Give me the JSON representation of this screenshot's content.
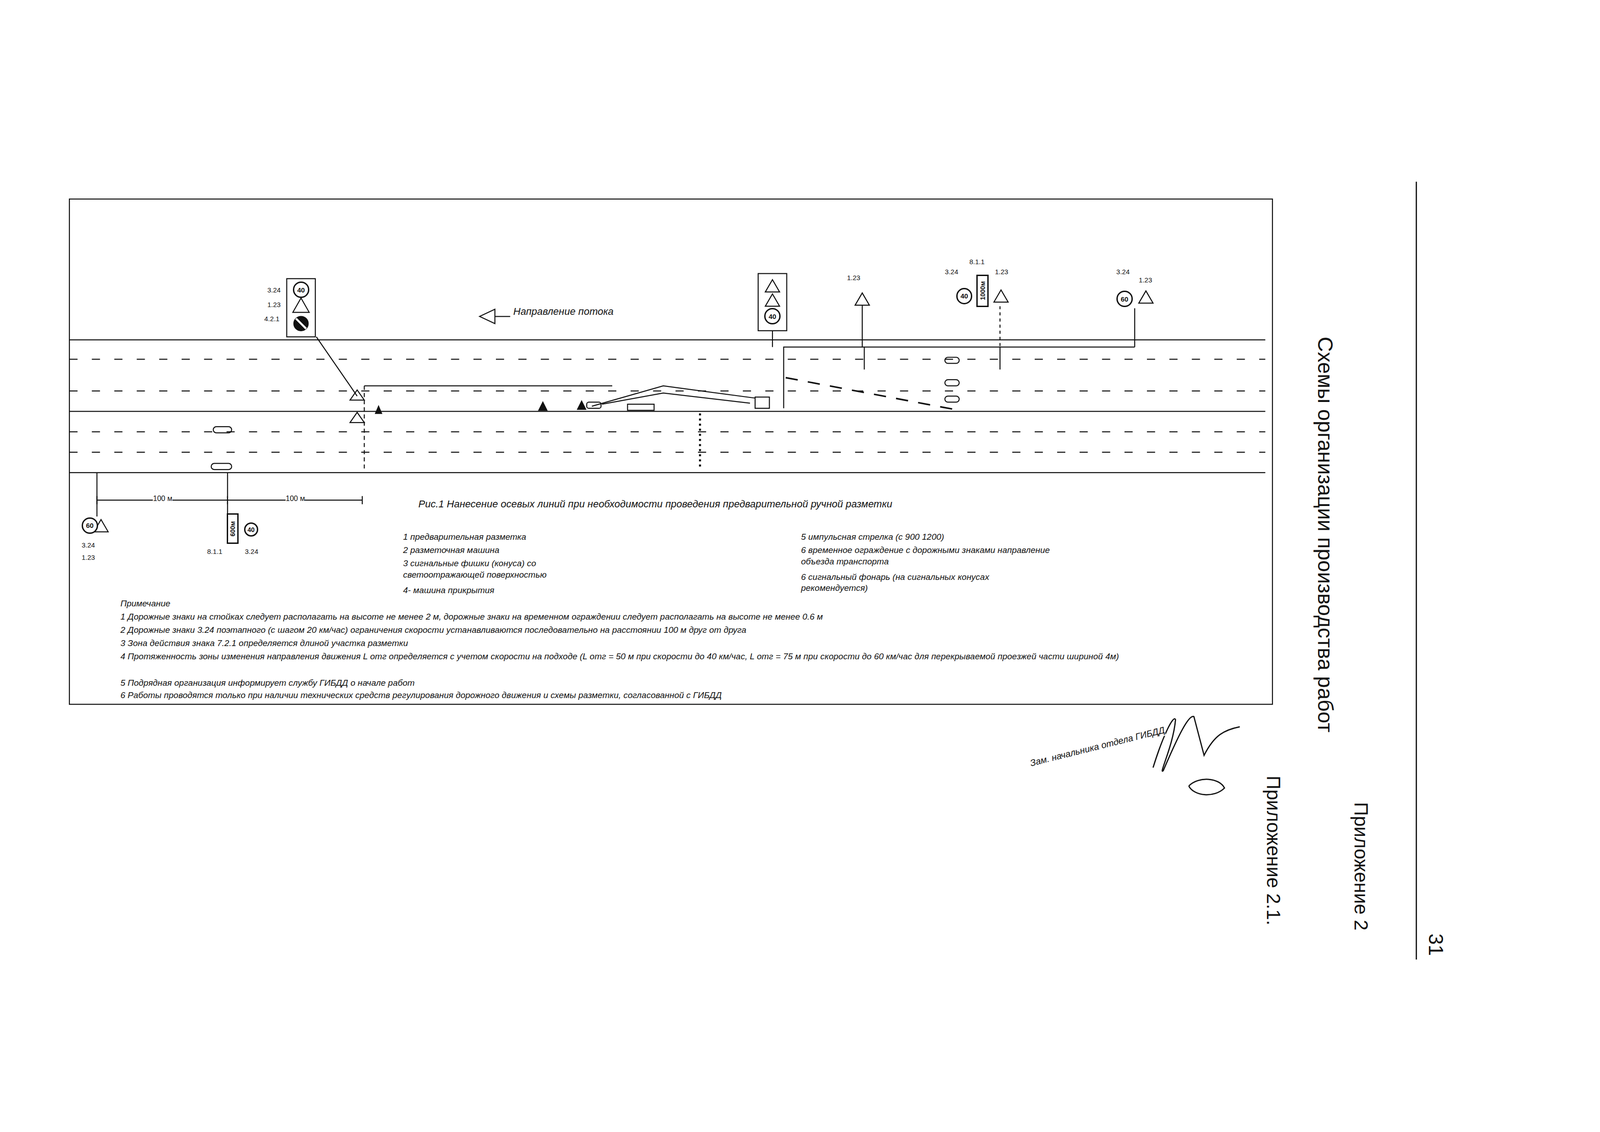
{
  "diagram": {
    "title": "Схемы организации производства работ",
    "caption": "Рис.1 Нанесение осевых линий при необходимости проведения предварительной ручной разметки",
    "nodes": [
      {
        "text": [
          "40"
        ]
      },
      {
        "text": [
          "40"
        ]
      },
      {
        "text": [
          "40"
        ]
      },
      {
        "text": [
          "1000м"
        ]
      },
      {
        "text": [
          "60"
        ]
      },
      {
        "text": [
          "60"
        ]
      },
      {
        "text": [
          "600м"
        ]
      },
      {
        "text": [
          "40"
        ]
      }
    ],
    "labels": [
      "31",
      "Приложение 2",
      "Приложение 2.1.",
      "Направление потока",
      "3.24",
      "1.23",
      "4.2.1",
      "3.24",
      "1.23",
      "8.1.1",
      "3.24",
      "1.23",
      "3.24",
      "8.1.1",
      "1.23",
      "3.24",
      "1.23",
      "100 м",
      "100 м",
      "1 предварительная разметка",
      "2 разметочная машина",
      "3 сигнальные фишки (конуса) со светоотражающей поверхностью",
      "4- машина прикрытия",
      "5 импульсная стрелка (с 900 1200)",
      "6 временное ограждение с дорожными знаками направление объезда транспорта",
      "6 сигнальный фонарь (на сигнальных конусах рекомендуется)",
      "Примечание",
      "1 Дорожные знаки на стойках следует располагать на высоте не менее 2 м, дорожные знаки на временном ограждении следует располагать на высоте не менее 0.6 м",
      "2 Дорожные знаки 3.24 поэтапного (с шагом 20 км/час) ограничения скорости устанавливаются последовательно на расстоянии 100 м друг от друга",
      "3 Зона действия знака 7.2.1 определяется длиной участка разметки",
      "4 Протяженность зоны изменения направления движения L отг определяется с учетом скорости на подходе (L отг = 50 м при скорости до 40 км/час, L отг = 75 м при скорости до 60 км/час для перекрываемой проезжей части шириной 4м)",
      "5 Подрядная организация информирует службу ГИБДД о начале работ",
      "6 Работы проводятся только при наличии технических средств регулирования дорожного движения и схемы разметки, согласованной с ГИБДД",
      "Зам. начальника отдела ГИБДД"
    ]
  }
}
